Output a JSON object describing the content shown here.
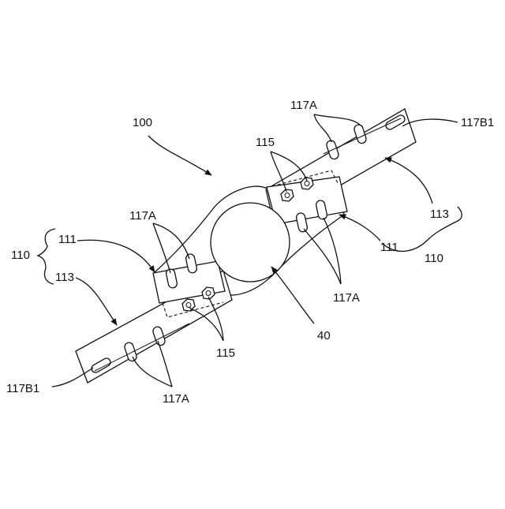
{
  "figure": {
    "labels": {
      "assembly": "100",
      "frame_right": "110",
      "frame_left": "110",
      "bracket_right": "111",
      "bracket_left": "111",
      "rail_right": "113",
      "rail_left": "113",
      "nut_top": "115",
      "nut_bottom": "115",
      "slot_top_rail": "117A",
      "slot_left_bracket": "117A",
      "slot_right_bracket": "117A",
      "slot_bottom_rail": "117A",
      "end_slot_right": "117B1",
      "end_slot_left": "117B1",
      "hole": "40"
    }
  }
}
